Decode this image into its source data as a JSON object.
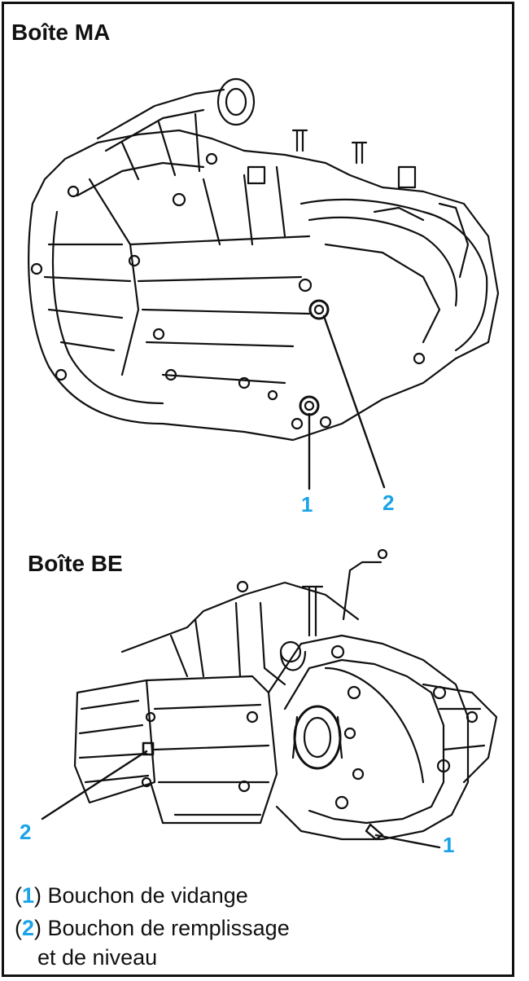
{
  "figure": {
    "top_title": "Boîte MA",
    "bottom_title": "Boîte BE",
    "accent_color": "#1aa3e8",
    "ink_color": "#111111",
    "callouts_top": {
      "label_1": "1",
      "label_2": "2"
    },
    "callouts_bottom": {
      "label_1": "1",
      "label_2": "2"
    },
    "legend": [
      {
        "open": "(",
        "num": "1",
        "close": ")",
        "text": " Bouchon de vidange"
      },
      {
        "open": "(",
        "num": "2",
        "close": ")",
        "text": " Bouchon de remplissage"
      },
      {
        "open": "",
        "num": "",
        "close": "",
        "text": "et de niveau"
      }
    ]
  }
}
